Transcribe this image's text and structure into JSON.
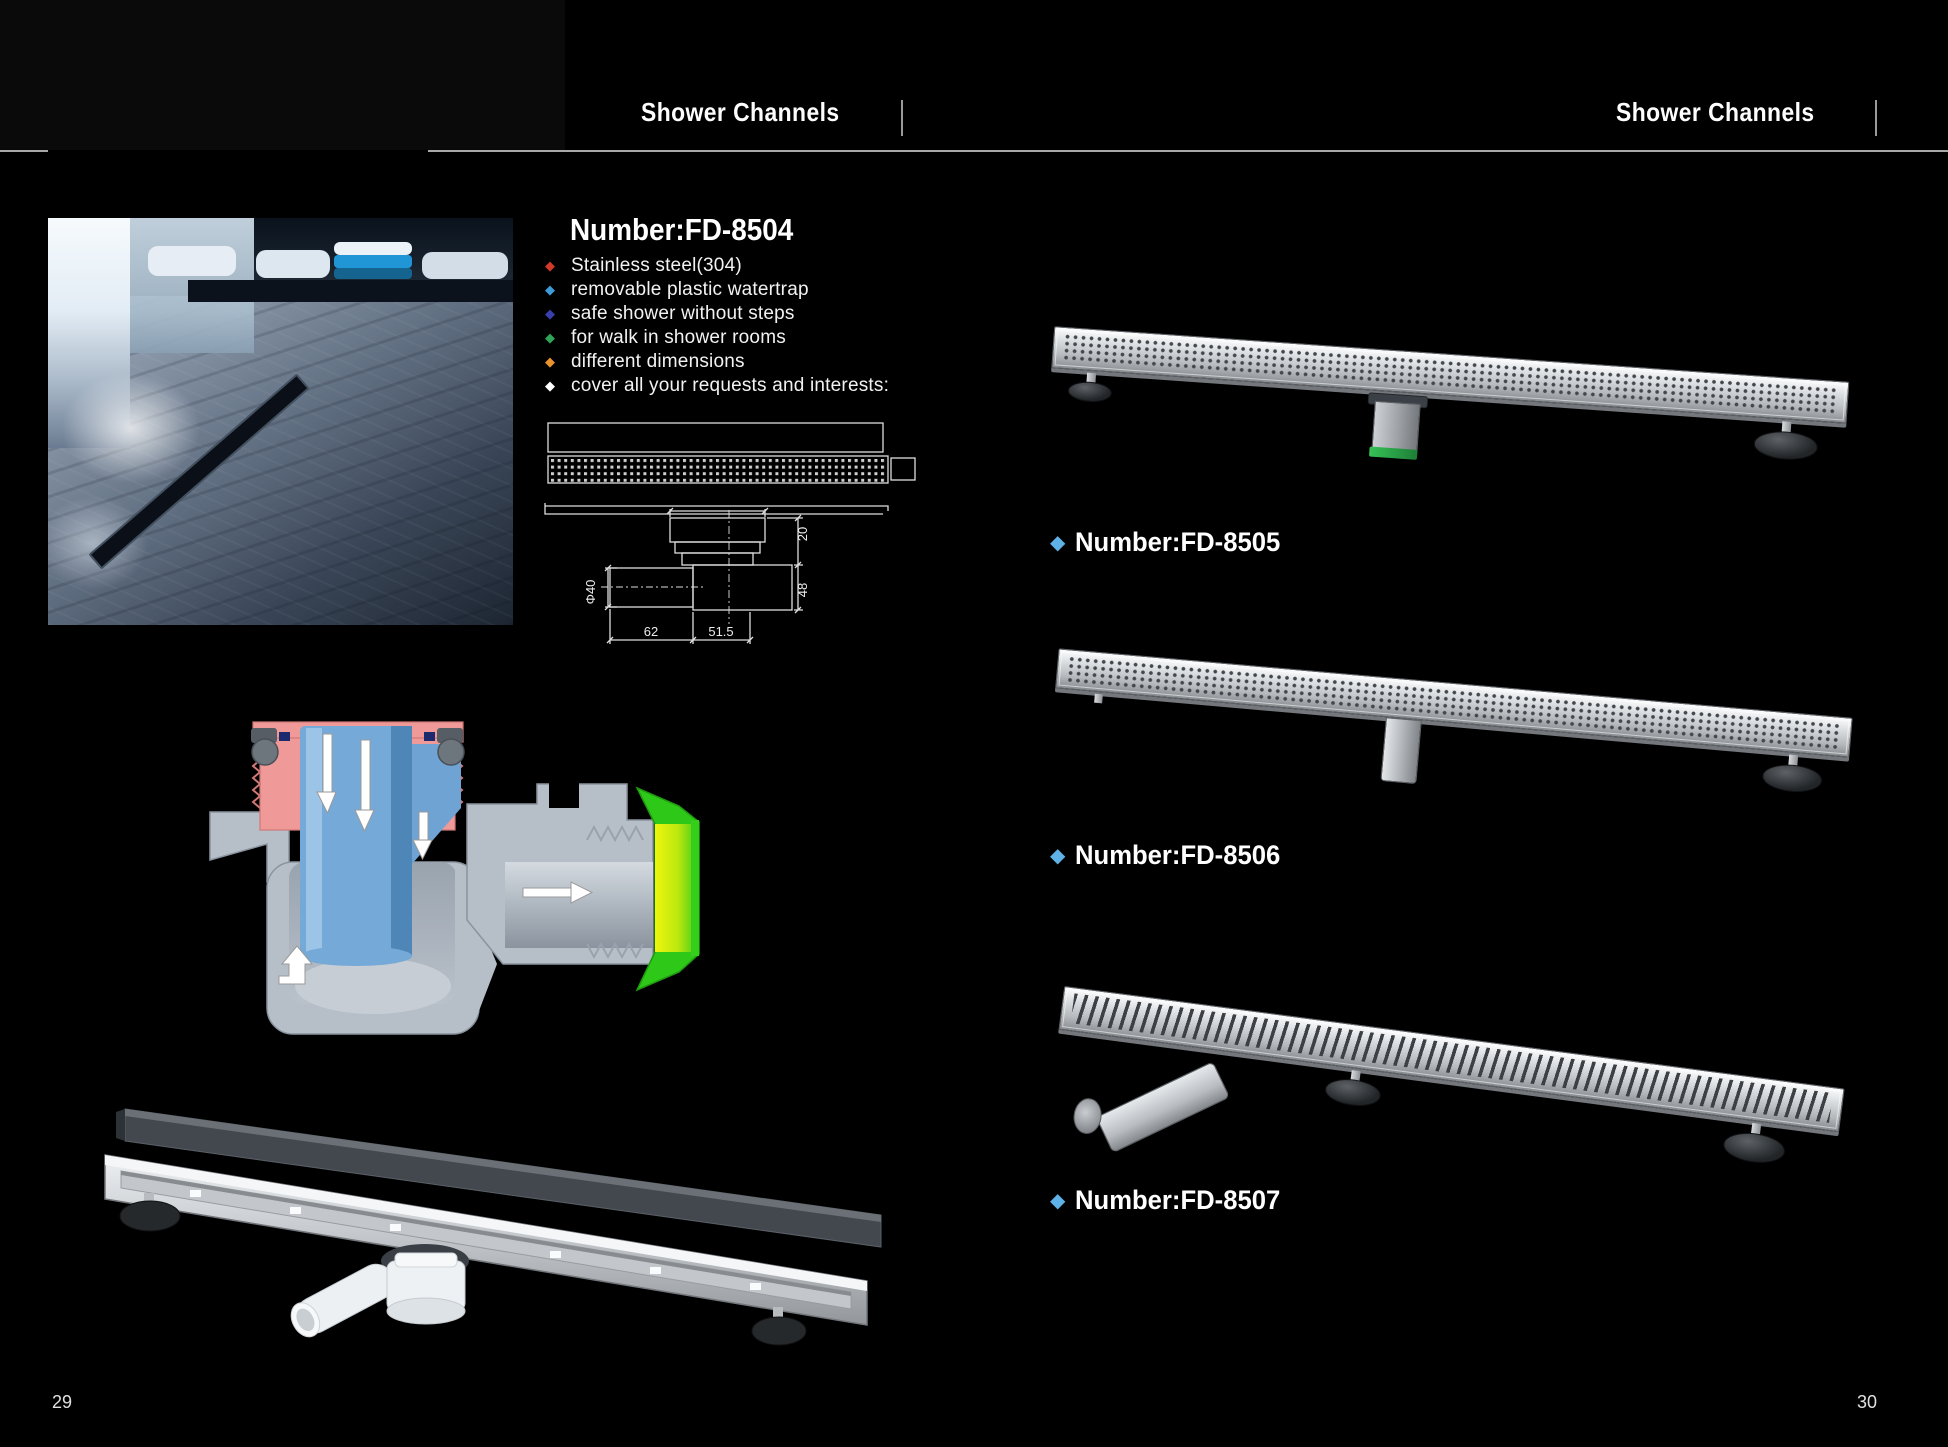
{
  "page": {
    "header_left": "Shower Channels",
    "header_right": "Shower Channels",
    "page_number_left": "29",
    "page_number_right": "30"
  },
  "product_main": {
    "title": "Number:FD-8504",
    "features": [
      {
        "text": "Stainless steel(304)",
        "color": "#d03a2a"
      },
      {
        "text": "removable plastic watertrap",
        "color": "#3d9bd8"
      },
      {
        "text": "safe shower without steps",
        "color": "#3a3fae"
      },
      {
        "text": "for walk in shower rooms",
        "color": "#2fa358"
      },
      {
        "text": "different dimensions",
        "color": "#e9932c"
      },
      {
        "text": "cover all your requests and interests:",
        "color": "#ffffff"
      }
    ]
  },
  "technical_drawing": {
    "dim_pipe_diameter": "Φ40",
    "dim_pipe_length": "62",
    "dim_body_length": "51.5",
    "dim_body_height": "48",
    "dim_grate_height": "20"
  },
  "products": [
    {
      "label": "Number:FD-8505"
    },
    {
      "label": "Number:FD-8506"
    },
    {
      "label": "Number:FD-8507"
    }
  ],
  "colors": {
    "label_diamond": "#5fb2e8",
    "trap_gasket_green": "#2fae4e"
  }
}
